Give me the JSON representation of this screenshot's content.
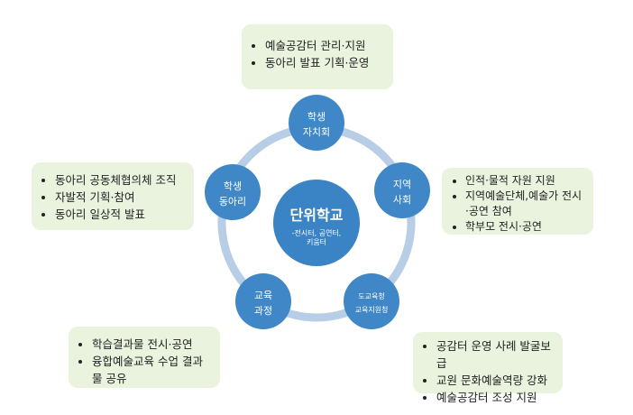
{
  "colors": {
    "node": "#3f87c7",
    "center": "#3a83c4",
    "ring": "#b8cde6",
    "box_bg": "#eaf3de"
  },
  "center": {
    "title": "단위학교",
    "sub_line1": "-전시터, 공연터,",
    "sub_line2": "키움터"
  },
  "nodes": {
    "student_council": {
      "line1": "학생",
      "line2": "자치회"
    },
    "community": {
      "line1": "지역",
      "line2": "사회"
    },
    "education_office": {
      "line1": "도교육청",
      "line2": "교육지원청"
    },
    "curriculum": {
      "line1": "교육",
      "line2": "과정"
    },
    "student_club": {
      "line1": "학생",
      "line2": "동아리"
    }
  },
  "boxes": {
    "top": [
      "예술공감터 관리·지원",
      "동아리 발표 기획·운영"
    ],
    "left": [
      "동아리 공동체협의체 조직",
      "자발적 기획·참여",
      "동아리 일상적 발표"
    ],
    "right": [
      "인적·물적 자원 지원",
      "지역예술단체,예술가 전시·공연 참여",
      "학부모 전시·공연"
    ],
    "bottom_left": [
      "학습결과물 전시·공연",
      "융합예술교육 수업 결과물 공유"
    ],
    "bottom_right": [
      "공감터 운영 사례 발굴보급",
      "교원 문화예술역량 강화",
      "예술공감터 조성 지원"
    ]
  }
}
